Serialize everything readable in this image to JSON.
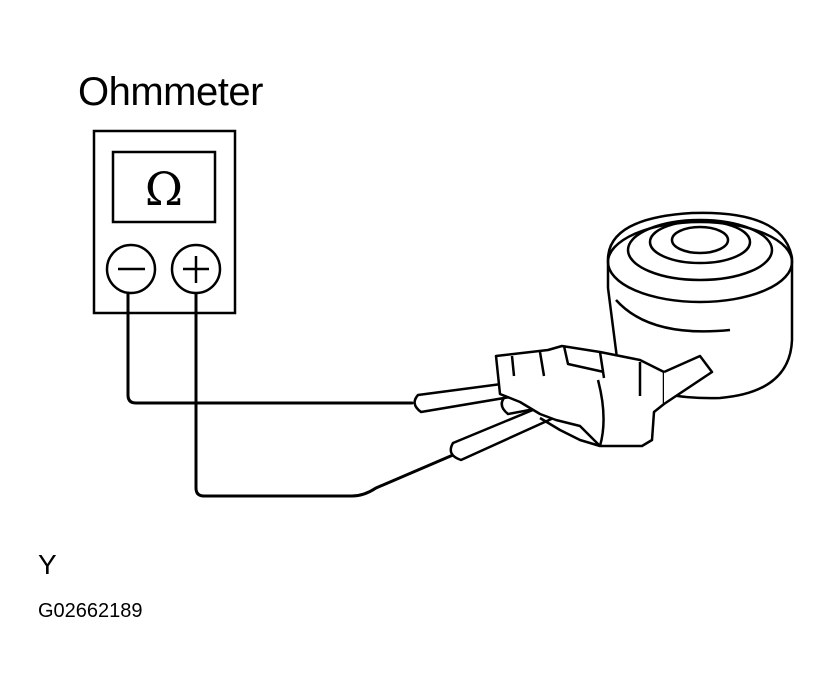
{
  "diagram": {
    "title": "Ohmmeter",
    "display_symbol": "Ω",
    "view_label": "Y",
    "figure_code": "G02662189",
    "colors": {
      "line": "#000000",
      "background": "#ffffff"
    },
    "icons": {
      "negative_terminal": "minus-icon",
      "positive_terminal": "plus-icon"
    }
  }
}
